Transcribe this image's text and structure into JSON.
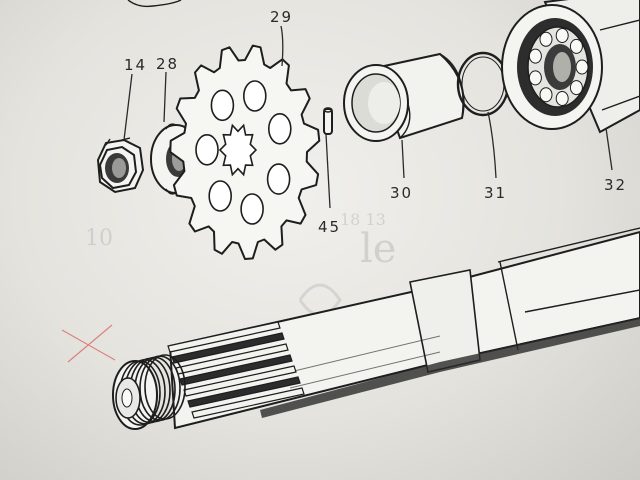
{
  "diagram": {
    "callouts": {
      "p14": "14",
      "p28": "28",
      "p29": "29",
      "p30": "30",
      "p31": "31",
      "p32": "32",
      "p45": "45"
    },
    "colors": {
      "paper": "#ecebe7",
      "ink": "#1e1e1e",
      "mark": "#d65a5a"
    }
  }
}
